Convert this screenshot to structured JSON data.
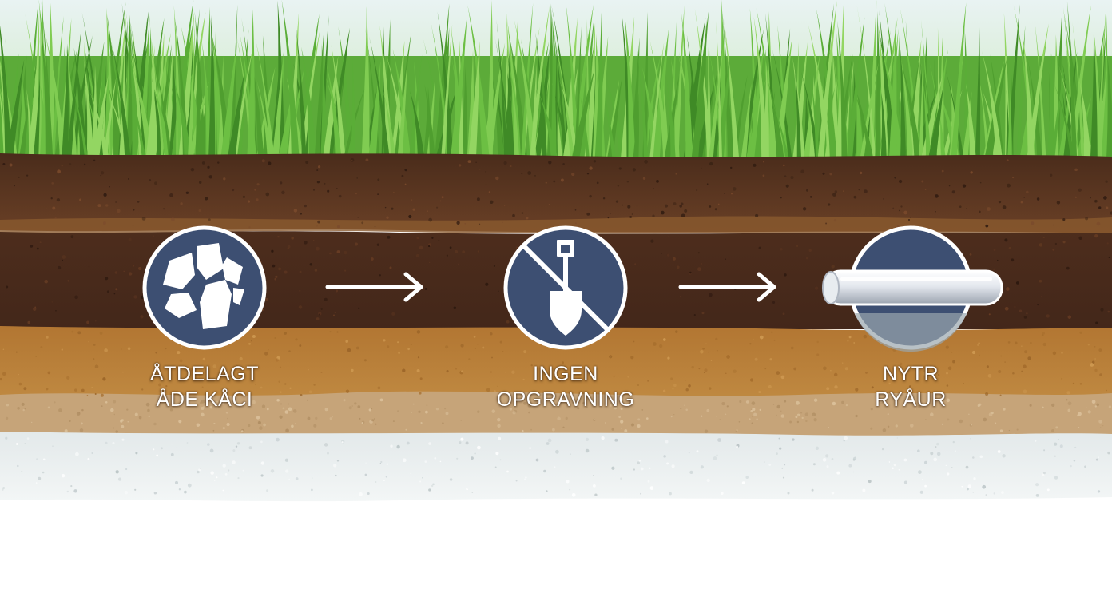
{
  "colors": {
    "grass": "#5fb33c",
    "topsoil": "#5a3420",
    "subsoil": "#4a2a1a",
    "clay": "#b97f35",
    "sand": "#c9a77a",
    "gravel": "#e6ecec",
    "icon_fill": "#3d4f72",
    "icon_ring": "#ffffff"
  },
  "steps": [
    {
      "icon": "broken-pipe-icon",
      "line1": "ÅTDELAGT",
      "line2": "ÅDE KÅCI"
    },
    {
      "icon": "no-digging-shovel-icon",
      "line1": "INGEN",
      "line2": "OPGRAVNING"
    },
    {
      "icon": "new-pipe-icon",
      "line1": "NYTR",
      "line2": "RYÅUR"
    }
  ],
  "arrows": [
    "arrow-right-icon",
    "arrow-right-icon"
  ]
}
